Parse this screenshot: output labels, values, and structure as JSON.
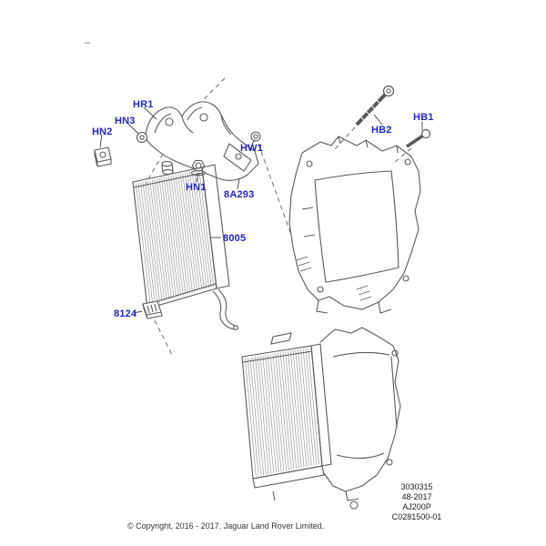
{
  "page": {
    "background": "#ffffff"
  },
  "colors": {
    "label_blue": "#2323cc",
    "drawing_line": "#5a5a5a",
    "hatch_line": "#999999",
    "text": "#1a1a1a"
  },
  "labels": {
    "hr1": "HR1",
    "hn3": "HN3",
    "hn2": "HN2",
    "hw1": "HW1",
    "hn1": "HN1",
    "p8a293": "8A293",
    "p8005": "8005",
    "p8124": "8124",
    "hb2": "HB2",
    "hb1": "HB1"
  },
  "ref_block": {
    "line1": "3030315",
    "line2": "48-2017",
    "line3": "AJ200P",
    "line4": "C0281500-01"
  },
  "footer": {
    "copyright": "© Copyright, 2016 - 2017. Jaguar Land Rover Limited."
  }
}
